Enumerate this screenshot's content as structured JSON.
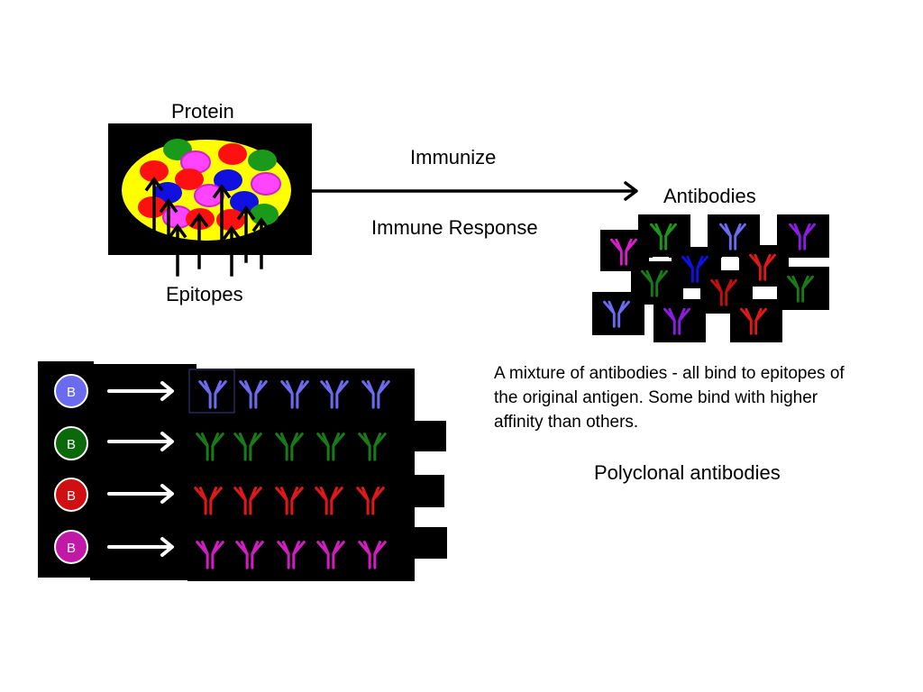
{
  "labels": {
    "protein": "Protein",
    "epitopes": "Epitopes",
    "immunize": "Immunize",
    "immune_response": "Immune Response",
    "antibodies": "Antibodies",
    "description": "A mixture of antibodies - all bind to epitopes of the original antigen.  Some bind with higher affinity than others.",
    "description_lines": [
      "A mixture of antibodies - all bind to epitopes of",
      "the original antigen.  Some bind with higher",
      "affinity than others."
    ],
    "polyclonal": "Polyclonal antibodies"
  },
  "b_cells": [
    {
      "label": "B",
      "color": "#6b6bf0"
    },
    {
      "label": "B",
      "color": "#0a6a0a"
    },
    {
      "label": "B",
      "color": "#d01010"
    },
    {
      "label": "B",
      "color": "#c218a8"
    }
  ],
  "colors": {
    "protein_fill": "#ffff00",
    "blue": "#6b6bf0",
    "green": "#1a7a1a",
    "red": "#e01818",
    "magenta": "#d81ec8",
    "purple": "#8a1ee0",
    "dark_blue": "#1010e0",
    "pink": "#ff44ff"
  }
}
